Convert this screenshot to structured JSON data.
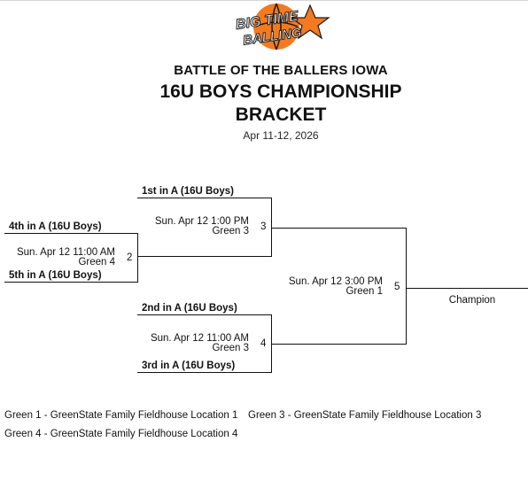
{
  "logo": {
    "line1": "BIG TIME",
    "line2": "BALLING",
    "colors": {
      "orange": "#f47a20",
      "dark": "#1b1b1b"
    }
  },
  "header": {
    "event_name": "BATTLE OF THE BALLERS IOWA",
    "title_line1": "16U BOYS CHAMPIONSHIP",
    "title_line2": "BRACKET",
    "dates": "Apr 11-12, 2026"
  },
  "bracket": {
    "games": [
      {
        "number": "2",
        "time": "Sun. Apr 12 11:00 AM",
        "court": "Green 4",
        "top": "4th in A (16U Boys)",
        "bottom": "5th in A (16U Boys)"
      },
      {
        "number": "3",
        "time": "Sun. Apr 12 1:00 PM",
        "court": "Green 3",
        "top": "1st in A (16U Boys)"
      },
      {
        "number": "4",
        "time": "Sun. Apr 12 11:00 AM",
        "court": "Green 3",
        "top": "2nd in A (16U Boys)",
        "bottom": "3rd in A (16U Boys)"
      },
      {
        "number": "5",
        "time": "Sun. Apr 12 3:00 PM",
        "court": "Green 1"
      }
    ],
    "champion_label": "Champion"
  },
  "legend": [
    "Green 1 - GreenState Family Fieldhouse Location 1",
    "Green 3 - GreenState Family Fieldhouse Location 3",
    "Green 4 - GreenState Family Fieldhouse Location 4"
  ]
}
